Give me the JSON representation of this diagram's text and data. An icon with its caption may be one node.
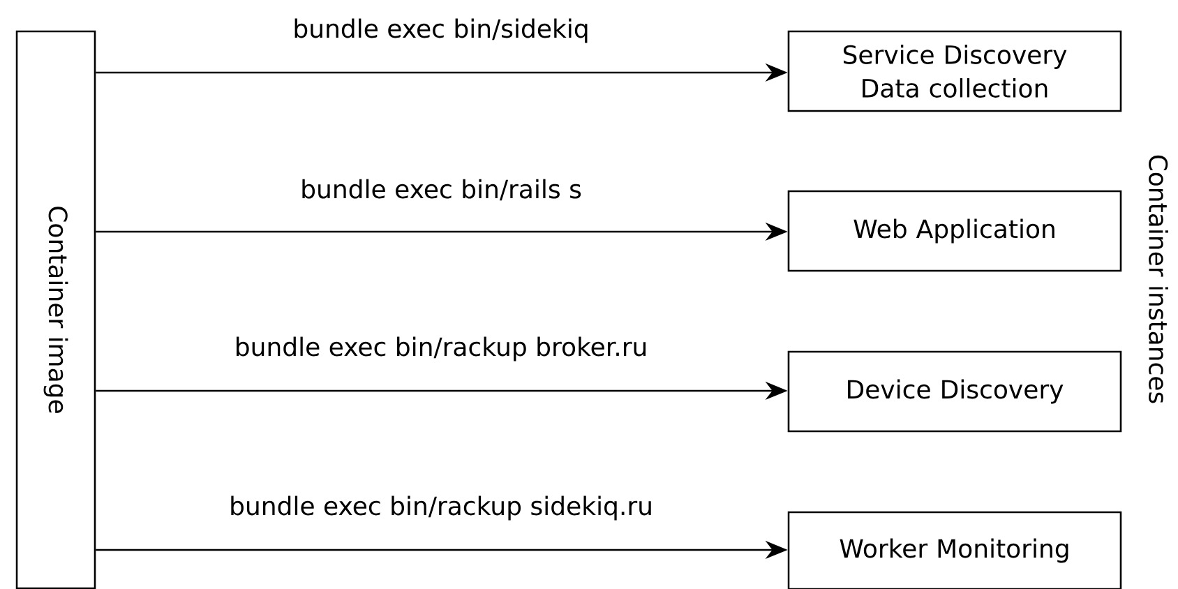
{
  "diagram": {
    "nodes": [
      {
        "text": [
          "Container image"
        ]
      },
      {
        "text": [
          "Service Discovery Data collection"
        ]
      },
      {
        "text": [
          "Web Application"
        ]
      },
      {
        "text": [
          "Device Discovery"
        ]
      },
      {
        "text": [
          "Worker Monitoring"
        ]
      }
    ],
    "edges": [
      {
        "from": 0,
        "to": 1,
        "arrow": "to",
        "label": "bundle exec bin/sidekiq"
      },
      {
        "from": 0,
        "to": 2,
        "arrow": "to",
        "label": "bundle exec bin/rails s"
      },
      {
        "from": 0,
        "to": 3,
        "arrow": "to",
        "label": "bundle exec bin/rackup broker.ru"
      },
      {
        "from": 0,
        "to": 4,
        "arrow": "to",
        "label": "bundle exec bin/rackup sidekiq.ru"
      }
    ],
    "labels": [
      "Container instances"
    ]
  }
}
